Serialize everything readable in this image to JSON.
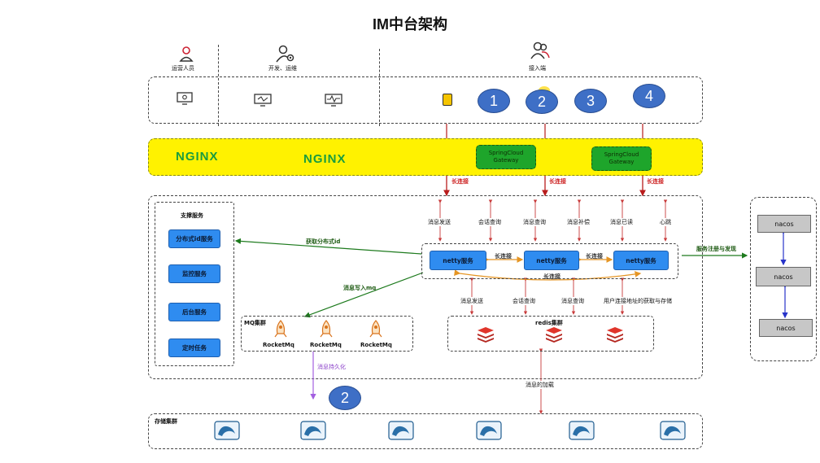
{
  "title": "IM中台架构",
  "header": {
    "ops_label": "运营人员",
    "dev_label": "开发、运维",
    "access_label": "接入端"
  },
  "gateway": {
    "nginx_1": "NGINX",
    "nginx_2": "NGINX",
    "gw_1": "SpringCloud Gateway",
    "gw_2": "SpringCloud Gateway"
  },
  "long_conn": [
    "长连接",
    "长连接",
    "长连接"
  ],
  "client_actions": [
    "消息发送",
    "会话查询",
    "消息查询",
    "消息补偿",
    "消息已读",
    "心跳"
  ],
  "support": {
    "title": "支撑服务",
    "items": [
      "分布式id服务",
      "监控服务",
      "后台服务",
      "定时任务"
    ]
  },
  "get_id_label": "获取分布式id",
  "mq_write_label": "消息写入mq",
  "netty": {
    "nodes": [
      "netty服务",
      "netty服务",
      "netty服务"
    ],
    "links": [
      "长连接",
      "长连接",
      "长连接"
    ]
  },
  "register_label": "服务注册与发现",
  "nacos": [
    "nacos",
    "nacos",
    "nacos"
  ],
  "redis_actions": [
    "消息发送",
    "会话查询",
    "消息查询",
    "用户连接地址的获取与存储"
  ],
  "mq": {
    "title": "MQ集群",
    "nodes": [
      "RocketMq",
      "RocketMq",
      "RocketMq"
    ]
  },
  "redis": {
    "title": "redis集群"
  },
  "persist_label": "消息持久化",
  "load_label": "消息的加载",
  "storage": {
    "title": "存储集群"
  },
  "markers": [
    "1",
    "2",
    "3",
    "4",
    "2"
  ],
  "colors": {
    "yellow": "#fff200",
    "netty_blue": "#2f8cf0",
    "red_arrow": "#b81c1c",
    "green_arrow": "#1d7a1d",
    "purple_arrow": "#a35fe0",
    "marker_blue": "#3e6fc6"
  }
}
